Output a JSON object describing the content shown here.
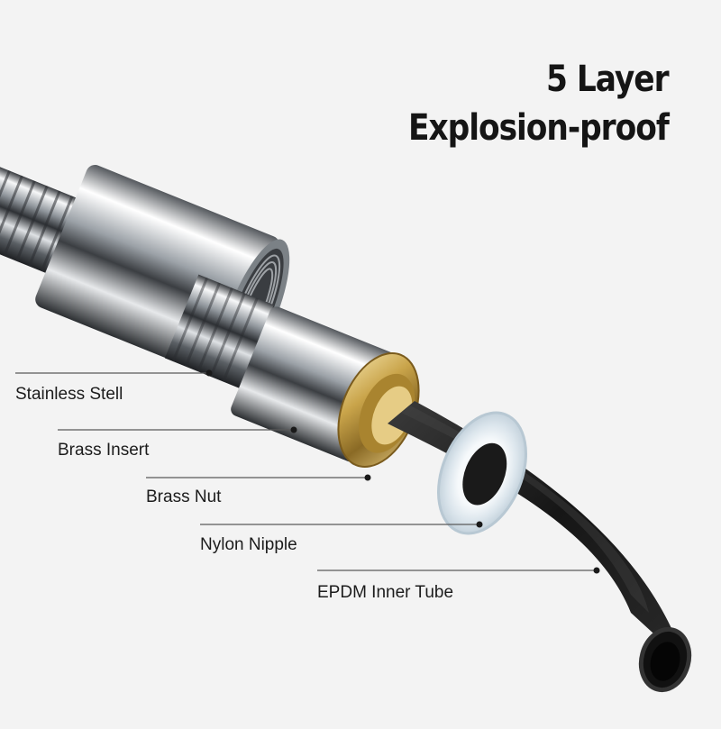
{
  "headline": {
    "line1": "5 Layer",
    "line2": "Explosion-proof"
  },
  "layers": [
    {
      "label": "Stainless Stell"
    },
    {
      "label": "Brass Insert"
    },
    {
      "label": "Brass Nut"
    },
    {
      "label": "Nylon Nipple"
    },
    {
      "label": "EPDM Inner Tube"
    }
  ],
  "colors": {
    "background": "#f3f3f3",
    "text": "#151515",
    "leader_line": "#555555",
    "brass": "#c9a44a",
    "rubber": "#1b1b1b",
    "nylon": "#e4ecf2",
    "steel": "#b8bcc0"
  }
}
